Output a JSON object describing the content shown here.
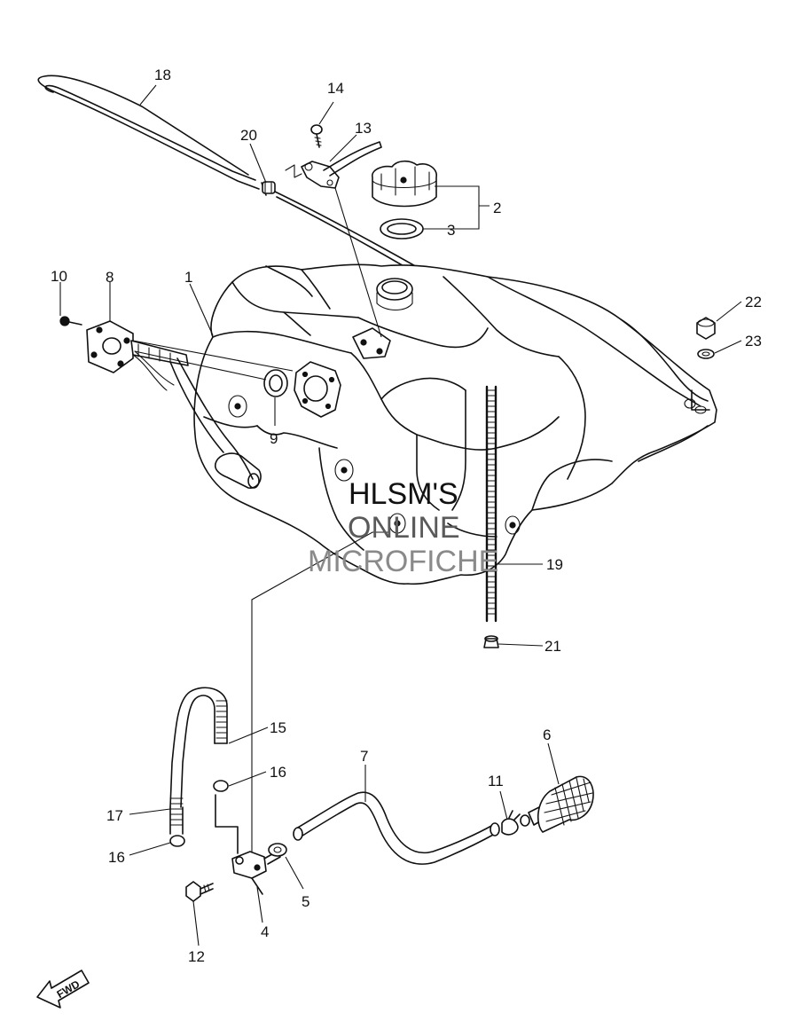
{
  "diagram": {
    "callouts": {
      "c1": "1",
      "c2": "2",
      "c3": "3",
      "c4": "4",
      "c5": "5",
      "c6": "6",
      "c7": "7",
      "c8": "8",
      "c9": "9",
      "c10": "10",
      "c11": "11",
      "c12": "12",
      "c13": "13",
      "c14": "14",
      "c15": "15",
      "c16a": "16",
      "c16b": "16",
      "c17": "17",
      "c18": "18",
      "c19": "19",
      "c20": "20",
      "c21": "21",
      "c22": "22",
      "c23": "23"
    },
    "watermark": {
      "line1": "HLSM'S",
      "line2": "ONLINE",
      "line3": "MICROFICHE"
    },
    "direction_arrow": "FWD"
  }
}
